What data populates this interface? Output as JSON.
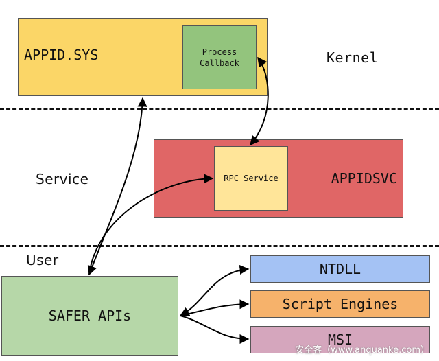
{
  "layers": {
    "kernel": "Kernel",
    "service": "Service",
    "user": "User"
  },
  "boxes": {
    "appid_sys": "APPID.SYS",
    "process_callback_line1": "Process",
    "process_callback_line2": "Callback",
    "appidsvc": "APPIDSVC",
    "rpc_service": "RPC Service",
    "safer_apis": "SAFER APIs",
    "ntdll": "NTDLL",
    "script_engines": "Script Engines",
    "msi": "MSI"
  },
  "colors": {
    "appid_sys": "#fbd667",
    "process_callback": "#93c47d",
    "appidsvc": "#e06666",
    "rpc_service": "#ffe599",
    "safer_apis": "#b6d7a8",
    "ntdll": "#a4c2f4",
    "script_engines": "#f6b26b",
    "msi": "#d5a6bd"
  },
  "watermark": "安全客（www.anquanke.com）"
}
